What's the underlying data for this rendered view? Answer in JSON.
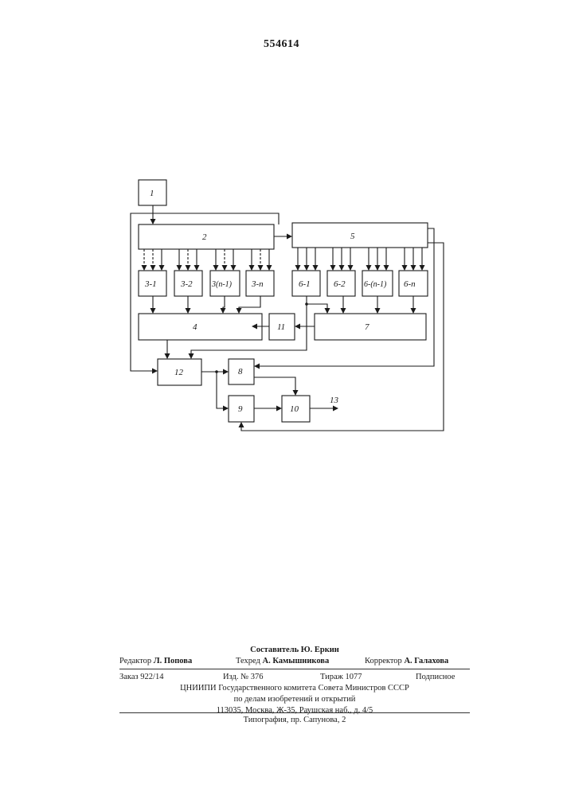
{
  "header": {
    "patent_number": "554614"
  },
  "diagram": {
    "blocks": {
      "b1": "1",
      "b2": "2",
      "b5": "5",
      "b3_1": "3-1",
      "b3_2": "3-2",
      "b3_n1": "3(n-1)",
      "b3_n": "3-n",
      "b6_1": "6-1",
      "b6_2": "6-2",
      "b6_n1": "6-(n-1)",
      "b6_n": "6-n",
      "b4": "4",
      "b11": "11",
      "b7": "7",
      "b12": "12",
      "b8": "8",
      "b9": "9",
      "b10": "10"
    },
    "output_label": "13"
  },
  "colophon": {
    "compiler": "Составитель Ю. Еркин",
    "editor_role": "Редактор",
    "editor_name": "Л. Попова",
    "tech_role": "Техред",
    "tech_name": "А. Камышникова",
    "corrector_role": "Корректор",
    "corrector_name": "А. Галахова",
    "order": "Заказ 922/14",
    "edition": "Изд. № 376",
    "circulation": "Тираж 1077",
    "subscription": "Подписное",
    "org_line1": "ЦНИИПИ Государственного комитета Совета Министров СССР",
    "org_line2": "по делам изобретений и открытий",
    "org_line3": "113035, Москва, Ж-35, Раушская наб., д. 4/5",
    "printer": "Типография, пр. Сапунова, 2"
  }
}
